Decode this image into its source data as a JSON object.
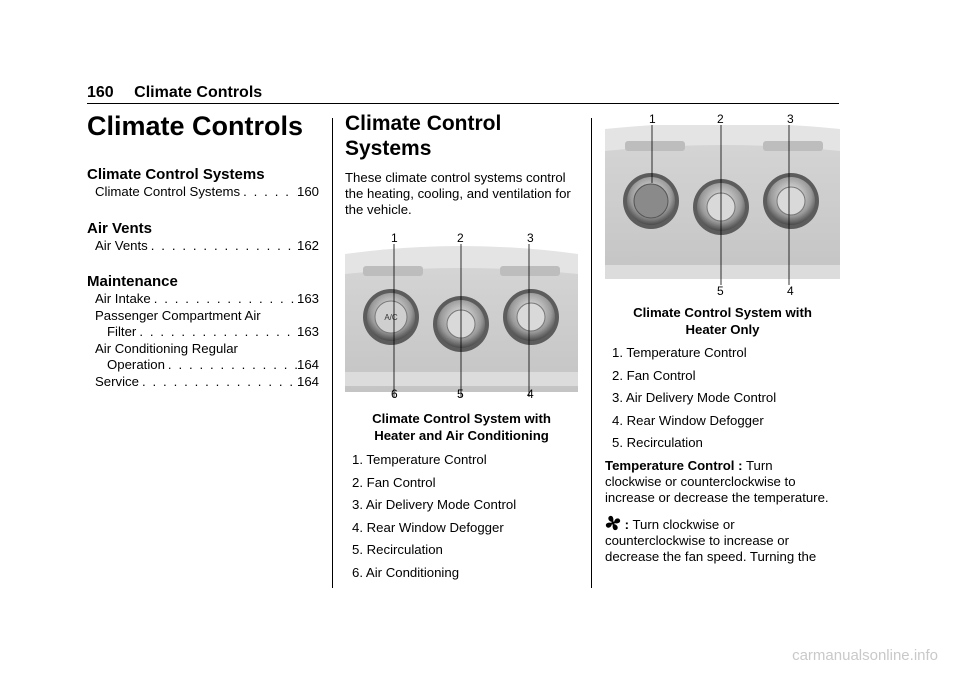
{
  "header": {
    "page_number": "160",
    "title": "Climate Controls"
  },
  "toc": {
    "title": "Climate Controls",
    "sections": [
      {
        "heading": "Climate Control Systems",
        "items": [
          {
            "text": "Climate Control Systems",
            "page": "160"
          }
        ]
      },
      {
        "heading": "Air Vents",
        "items": [
          {
            "text": "Air Vents",
            "page": "162"
          }
        ]
      },
      {
        "heading": "Maintenance",
        "items": [
          {
            "text": "Air Intake",
            "page": "163"
          },
          {
            "text": "Passenger Compartment Air",
            "page": ""
          },
          {
            "text": "Filter",
            "page": "163"
          },
          {
            "text": "Air Conditioning Regular",
            "page": ""
          },
          {
            "text": "Operation",
            "page": "164"
          },
          {
            "text": "Service",
            "page": "164"
          }
        ]
      }
    ]
  },
  "section": {
    "title_line1": "Climate Control",
    "title_line2": "Systems",
    "intro": "These climate control systems control the heating, cooling, and ventilation for the vehicle."
  },
  "figure1": {
    "callouts_top": [
      "1",
      "2",
      "3"
    ],
    "callouts_bottom": [
      "6",
      "5",
      "4"
    ],
    "knob_label": "A/C",
    "caption_line1": "Climate Control System with",
    "caption_line2": "Heater and Air Conditioning",
    "items": [
      "1. Temperature Control",
      "2. Fan Control",
      "3. Air Delivery Mode Control",
      "4. Rear Window Defogger",
      "5. Recirculation",
      "6. Air Conditioning"
    ]
  },
  "figure2": {
    "callouts_top": [
      "1",
      "2",
      "3"
    ],
    "callouts_bottom": [
      "5",
      "4"
    ],
    "caption_line1": "Climate Control System with",
    "caption_line2": "Heater Only",
    "items": [
      "1. Temperature Control",
      "2. Fan Control",
      "3. Air Delivery Mode Control",
      "4. Rear Window Defogger",
      "5. Recirculation"
    ]
  },
  "temperature": {
    "label": "Temperature Control :",
    "text_inline": " Turn",
    "text_rest": "clockwise or counterclockwise to increase or decrease the temperature."
  },
  "fan": {
    "icon": "fan-icon",
    "label": " :",
    "text_inline": " Turn clockwise or",
    "text_rest": "counterclockwise to increase or decrease the fan speed. Turning the"
  },
  "watermark": "carmanualsonline.info"
}
